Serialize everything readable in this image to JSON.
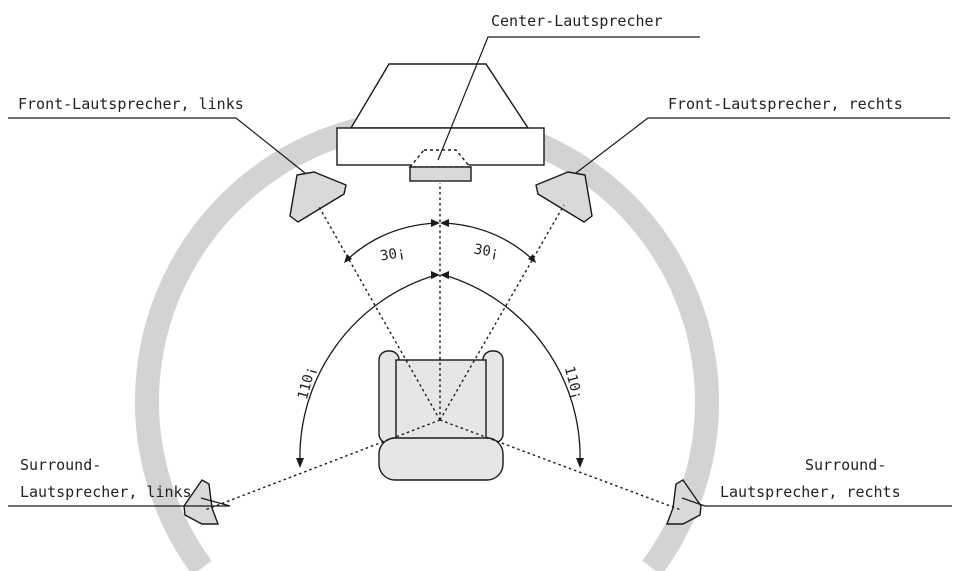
{
  "labels": {
    "center": "Center-Lautsprecher",
    "front_left": "Front-Lautsprecher, links",
    "front_right": "Front-Lautsprecher, rechts",
    "surround_left_line1": "Surround-",
    "surround_left_line2": "Lautsprecher, links",
    "surround_right_line1": "Surround-",
    "surround_right_line2": "Lautsprecher, rechts"
  },
  "angles": {
    "front_left": "30¡",
    "front_right": "30¡",
    "surround_left": "110¡",
    "surround_right": "110¡"
  },
  "colors": {
    "arc": "#d3d3d3",
    "line": "#1a1a1a",
    "speaker_fill": "#d9d9d9",
    "chair_fill": "#e6e6e6"
  }
}
